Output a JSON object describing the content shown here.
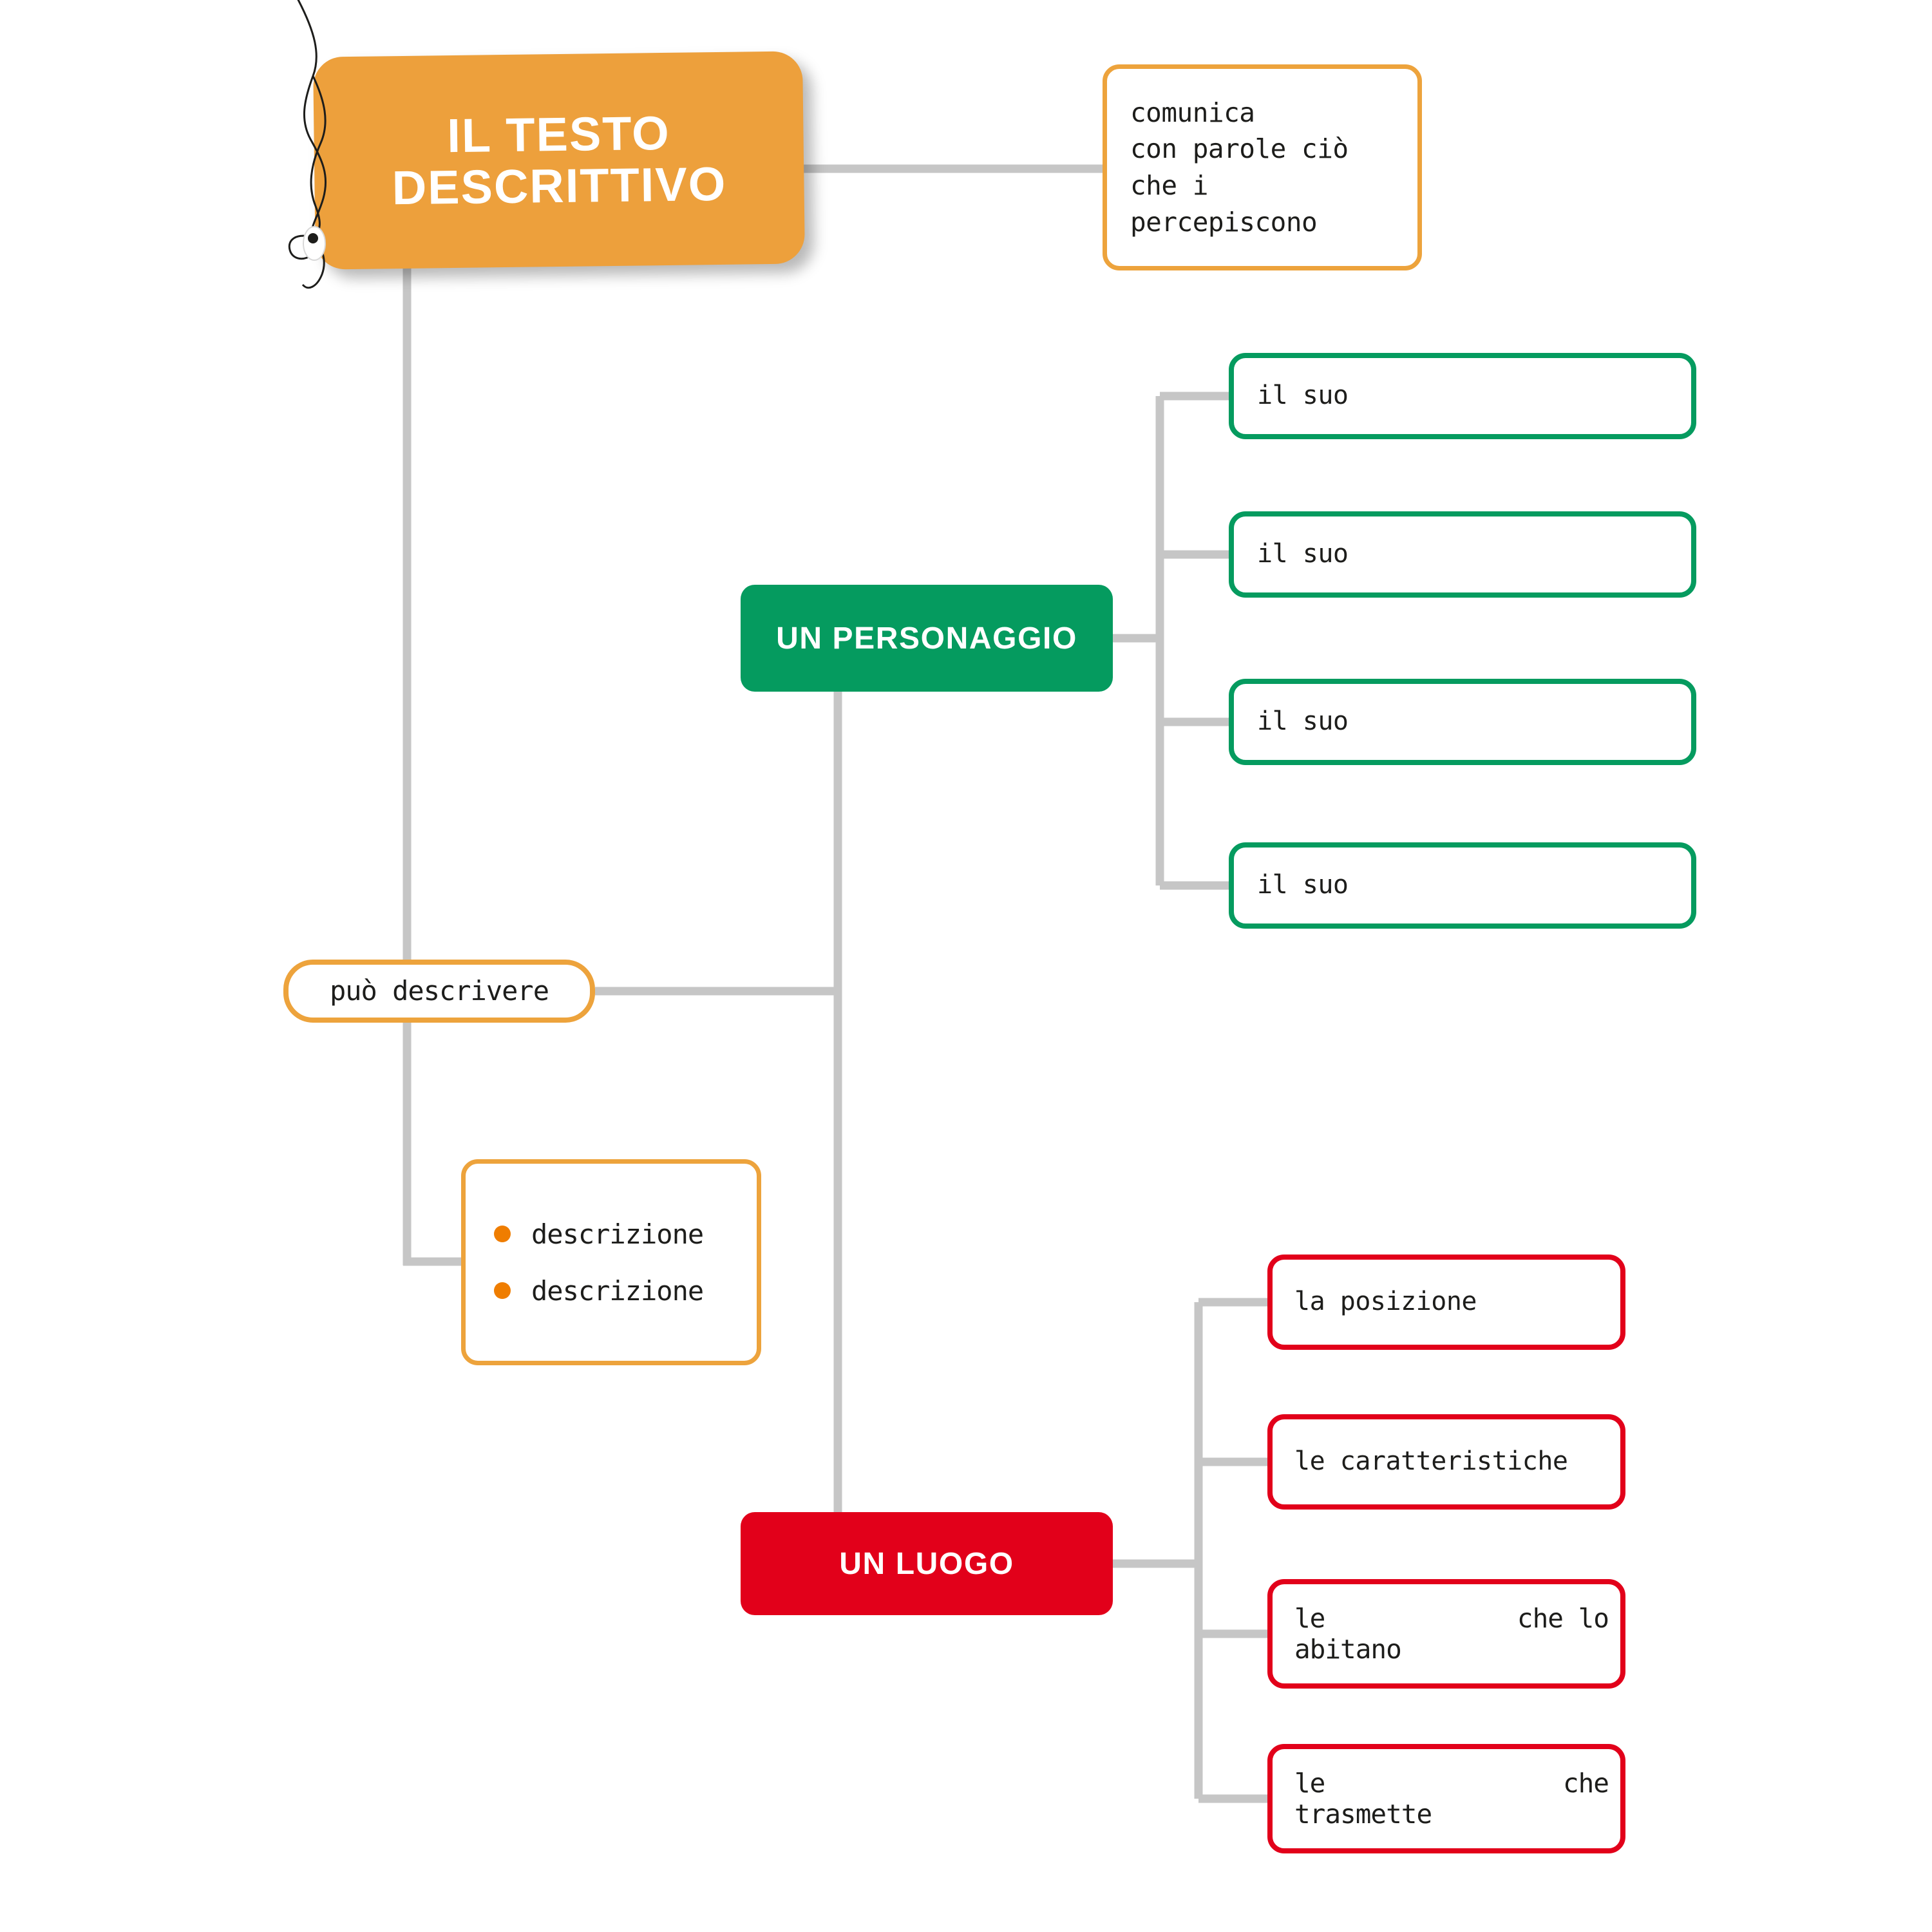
{
  "title": {
    "text": "IL TESTO\nDESCRITTIVO",
    "color": "#eda03c"
  },
  "colors": {
    "orange_fill": "#eda03c",
    "orange_stroke": "#eda33c",
    "orange_dot": "#ef7d00",
    "green": "#059b5f",
    "red": "#e2001a",
    "connector": "#c6c6c6",
    "text": "#1d1d1b"
  },
  "comunica": {
    "text": "comunica\ncon parole ciò\nche i\npercepiscono"
  },
  "puo_descrivere": {
    "label": "può descrivere"
  },
  "descrizione": {
    "items": [
      {
        "label": "descrizione"
      },
      {
        "label": "descrizione"
      }
    ]
  },
  "personaggio": {
    "label": "UN PERSONAGGIO",
    "children": [
      {
        "label": "il suo"
      },
      {
        "label": "il suo"
      },
      {
        "label": "il suo"
      },
      {
        "label": "il suo"
      }
    ]
  },
  "luogo": {
    "label": "UN LUOGO",
    "children": [
      {
        "line1_left": "la posizione",
        "line1_right": "",
        "line2": ""
      },
      {
        "line1_left": "le caratteristiche",
        "line1_right": "",
        "line2": ""
      },
      {
        "line1_left": "le",
        "line1_right": "che lo",
        "line2": "abitano"
      },
      {
        "line1_left": "le",
        "line1_right": "che",
        "line2": "trasmette"
      }
    ]
  }
}
